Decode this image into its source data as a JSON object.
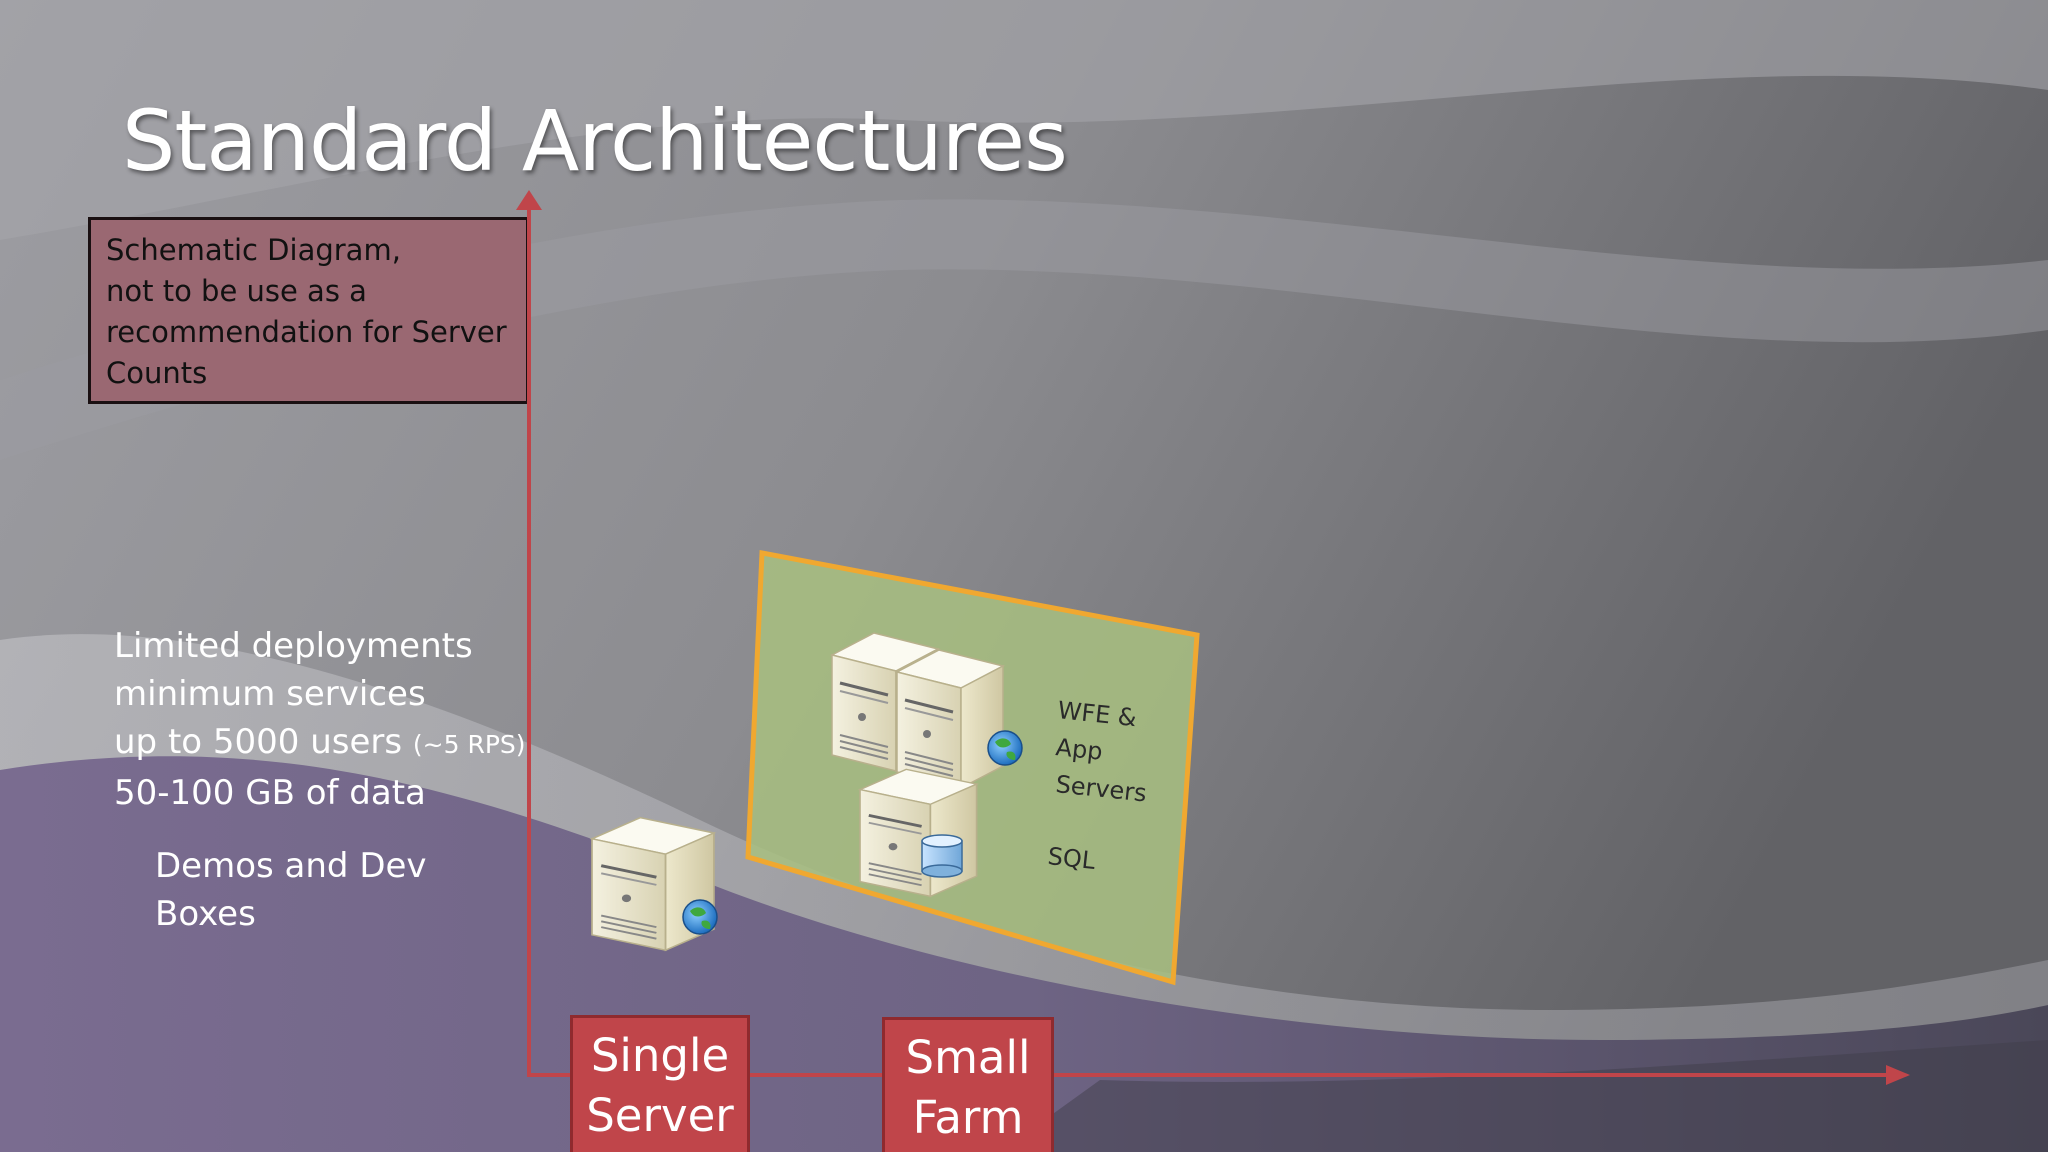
{
  "slide": {
    "title": "Standard Architectures",
    "note_lines": [
      "Schematic Diagram,",
      "not to be use as a",
      "recommendation for Server",
      "Counts"
    ],
    "info": {
      "line1": "Limited deployments",
      "line2": "minimum services",
      "line3_main": "up to 5000 users ",
      "line3_small": "(~5 RPS)",
      "line4": "50-100 GB of data"
    },
    "demo_lines": [
      "Demos and Dev",
      "Boxes"
    ]
  },
  "diagram": {
    "farm_labels": {
      "wfe": [
        "WFE &",
        "App",
        "Servers"
      ],
      "sql": "SQL"
    },
    "categories": [
      {
        "lines": [
          "Single",
          "Server"
        ]
      },
      {
        "lines": [
          "Small",
          "Farm"
        ]
      }
    ]
  },
  "colors": {
    "axis": "#c0454a",
    "category_box": "#c0454a",
    "farm_panel": "#a8c080",
    "farm_border": "#f0a830",
    "note_box": "#9a6872"
  },
  "icons": [
    "server-icon",
    "globe-icon",
    "database-icon"
  ]
}
